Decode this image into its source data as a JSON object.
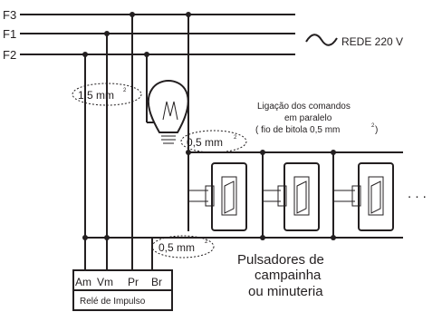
{
  "rails": [
    {
      "id": "F3",
      "label": "F3"
    },
    {
      "id": "F1",
      "label": "F1"
    },
    {
      "id": "F2",
      "label": "F2"
    }
  ],
  "supply_label": "REDE 220 V",
  "gauge_labels": {
    "main": {
      "value": "1,5 mm",
      "exponent": "2"
    },
    "upper": {
      "value": "0,5 mm",
      "exponent": "2"
    },
    "lower": {
      "value": "0,5 mm",
      "exponent": "2"
    }
  },
  "note_lines": [
    "Ligação dos comandos",
    "em paralelo",
    "( fio de bitola  0,5 mm",
    ")"
  ],
  "note_exponent": "2",
  "relay": {
    "terminals": [
      "Am",
      "Vm",
      "Pr",
      "Br"
    ],
    "caption": "Relé de Impulso"
  },
  "buttons_caption": [
    "Pulsadores de",
    "campainha",
    "ou minuteria"
  ],
  "continuation": ". . ."
}
